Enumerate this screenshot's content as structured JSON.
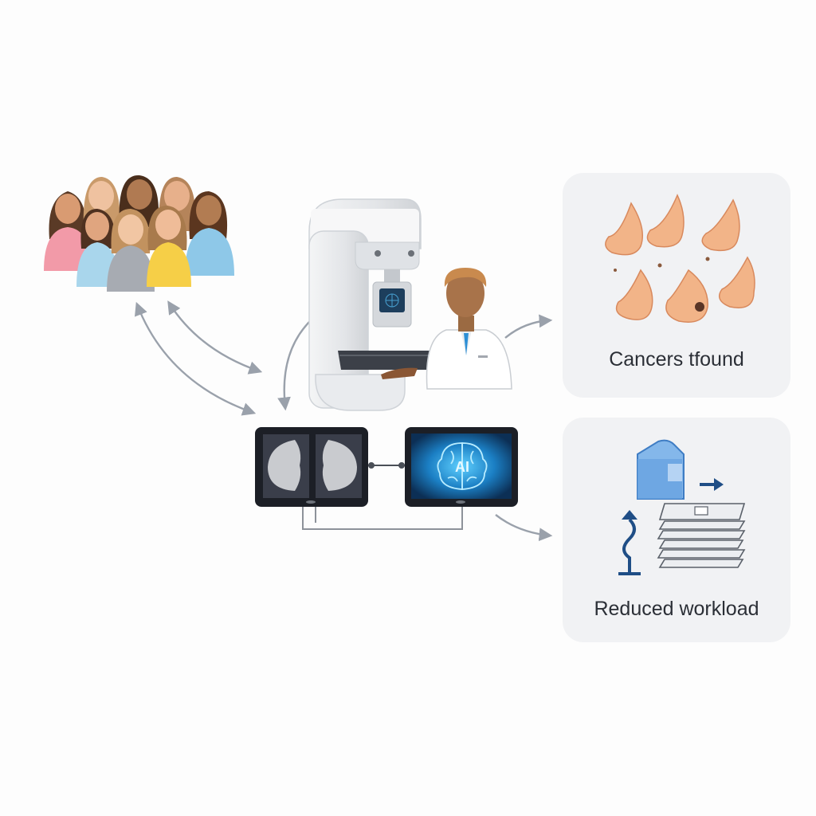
{
  "outcomes": {
    "cancers_found_label": "Cancers tfound",
    "reduced_workload_label": "Reduced workload"
  },
  "monitors": {
    "ai_label": "AI"
  },
  "icons": {
    "women_group": "group-of-women-icon",
    "mammography_machine": "mammography-machine-icon",
    "radiologist": "radiologist-icon",
    "mammogram_monitor": "mammogram-monitor-icon",
    "ai_monitor": "ai-brain-monitor-icon",
    "breast_tissue": "breast-tissue-icon",
    "document_stack": "document-stack-icon"
  },
  "colors": {
    "panel_bg": "#f1f2f4",
    "arrow": "#9aa1ab",
    "ai_glow": "#2aa7e8",
    "tissue": "#f2b488",
    "workload_blue": "#1f4e86"
  }
}
